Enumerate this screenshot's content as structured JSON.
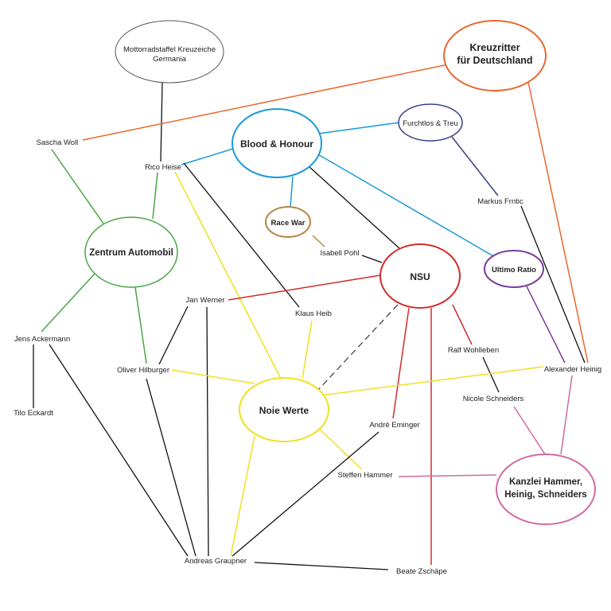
{
  "organizations": {
    "kreuzritter": {
      "lines": [
        "Kreuzritter",
        "für Deutschland"
      ],
      "color": "#e8672e"
    },
    "mottorrad": {
      "lines": [
        "Mottorradstaffel Kreuzeiche",
        "Germania"
      ],
      "color": "#555555"
    },
    "blood": {
      "lines": [
        "Blood & Honour"
      ],
      "color": "#1a9ad6"
    },
    "furchtlos": {
      "lines": [
        "Furchtlos & Treu"
      ],
      "color": "#3a3f86"
    },
    "racewar": {
      "lines": [
        "Race War"
      ],
      "color": "#b58545"
    },
    "zentrum": {
      "lines": [
        "Zentrum Automobil"
      ],
      "color": "#4aa645"
    },
    "nsu": {
      "lines": [
        "NSU"
      ],
      "color": "#d22b2b"
    },
    "ultimo": {
      "lines": [
        "Ultimo Ratio"
      ],
      "color": "#7a3b9a"
    },
    "noie": {
      "lines": [
        "Noie Werte"
      ],
      "color": "#f0e020"
    },
    "kanzlei": {
      "lines": [
        "Kanzlei Hammer,",
        "Heinig, Schneiders"
      ],
      "color": "#d06aa3"
    }
  },
  "people": {
    "sascha": "Sascha Woll",
    "rico": "Rico Heise",
    "markus": "Markus Frntic",
    "isabell": "Isabell Pohl",
    "janwerner": "Jan Werner",
    "klaus": "Klaus Heib",
    "jens": "Jens Ackermann",
    "oliver": "Oliver Hilburger",
    "ralf": "Ralf Wohlleben",
    "alexander": "Alexander Heinig",
    "tilo": "Tilo Eckardt",
    "nicole": "Nicole Schneiders",
    "andre": "André Eminger",
    "steffen": "Steffen Hammer",
    "andreas": "Andreas Graupner",
    "beate": "Beate Zschäpe"
  },
  "line_colors": {
    "black": "#111111",
    "yellow": "#f0e020",
    "green": "#4aa645",
    "red": "#d22b2b",
    "blue": "#1a9ad6",
    "orange": "#e8672e",
    "navy": "#3a3f86",
    "purple": "#7a3b9a",
    "pink": "#d06aa3",
    "brown": "#b58545",
    "dashed": "#444444"
  }
}
